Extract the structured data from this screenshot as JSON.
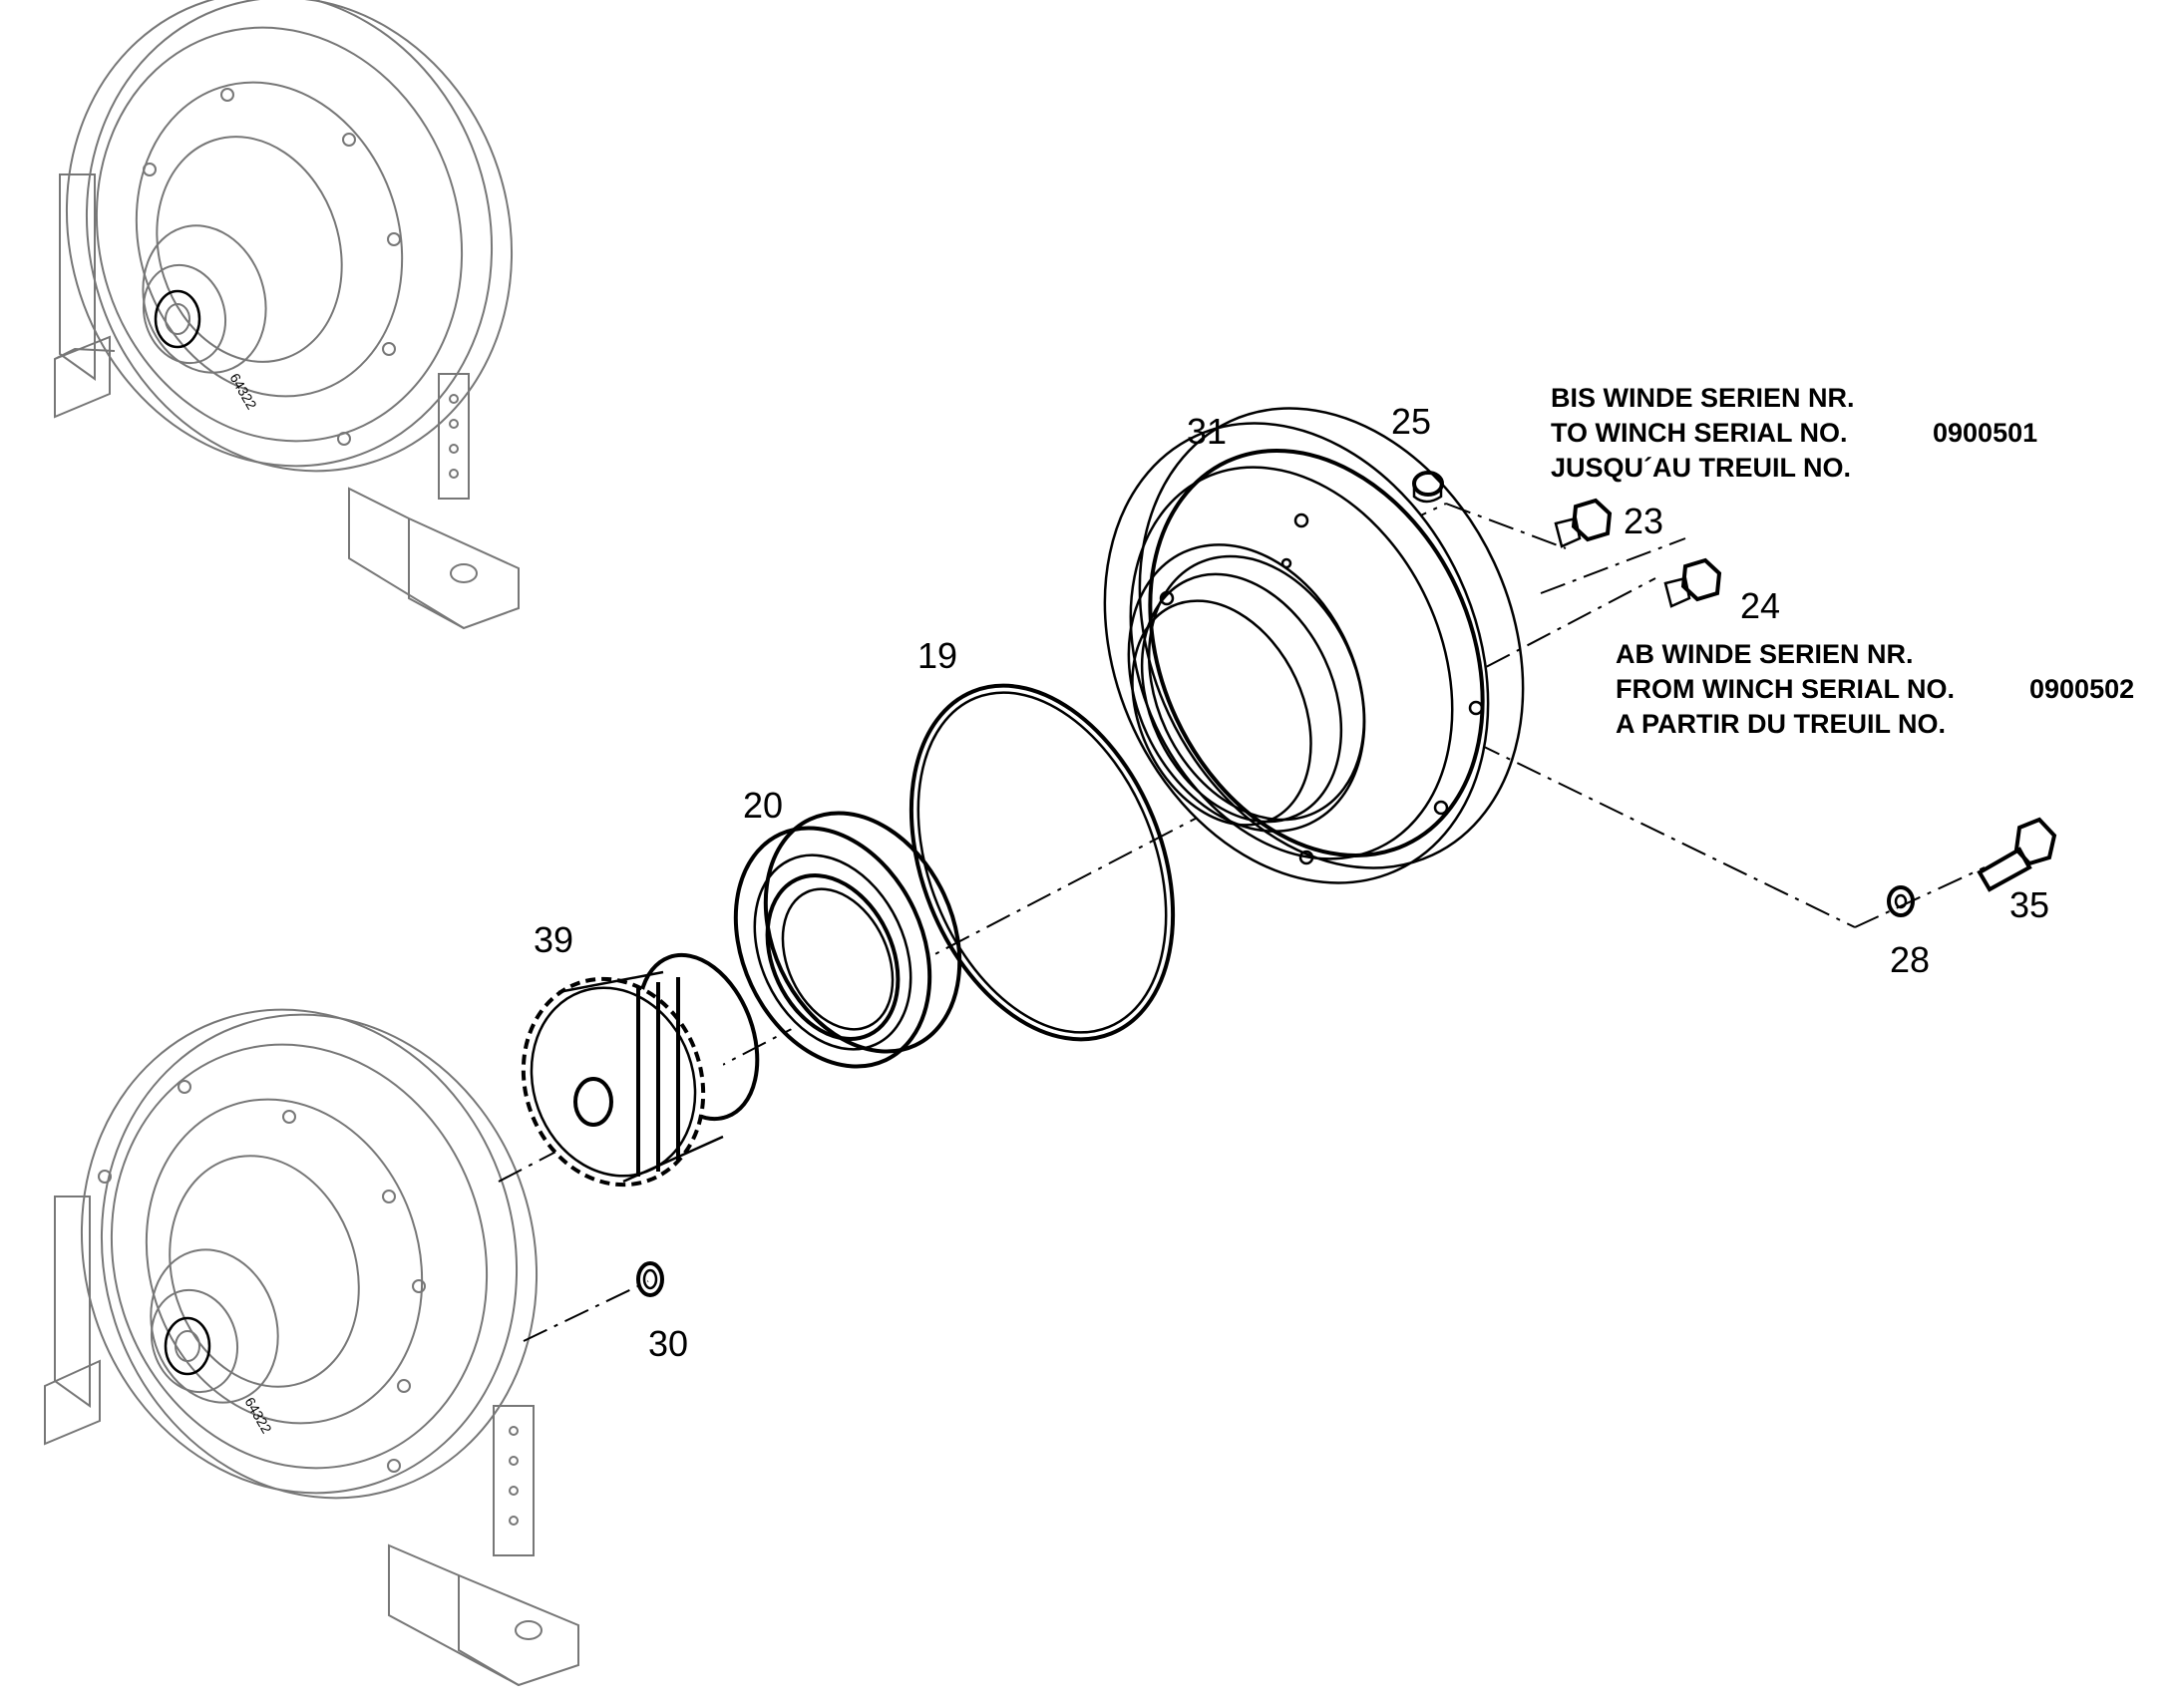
{
  "parts": [
    {
      "id": "31",
      "label": "31"
    },
    {
      "id": "25",
      "label": "25"
    },
    {
      "id": "23",
      "label": "23"
    },
    {
      "id": "24",
      "label": "24"
    },
    {
      "id": "19",
      "label": "19"
    },
    {
      "id": "20",
      "label": "20"
    },
    {
      "id": "39",
      "label": "39"
    },
    {
      "id": "35",
      "label": "35"
    },
    {
      "id": "28",
      "label": "28"
    },
    {
      "id": "30",
      "label": "30"
    }
  ],
  "notes": {
    "upto": {
      "line1": "BIS WINDE SERIEN NR.",
      "line2": "TO  WINCH SERIAL NO.",
      "line3": "JUSQU´AU TREUIL NO.",
      "serial": "0900501"
    },
    "from": {
      "line1": "AB WINDE SERIEN NR.",
      "line2": "FROM WINCH SERIAL NO.",
      "line3": "A PARTIR DU TREUIL NO.",
      "serial": "0900502"
    }
  },
  "housing_marking": "64322"
}
